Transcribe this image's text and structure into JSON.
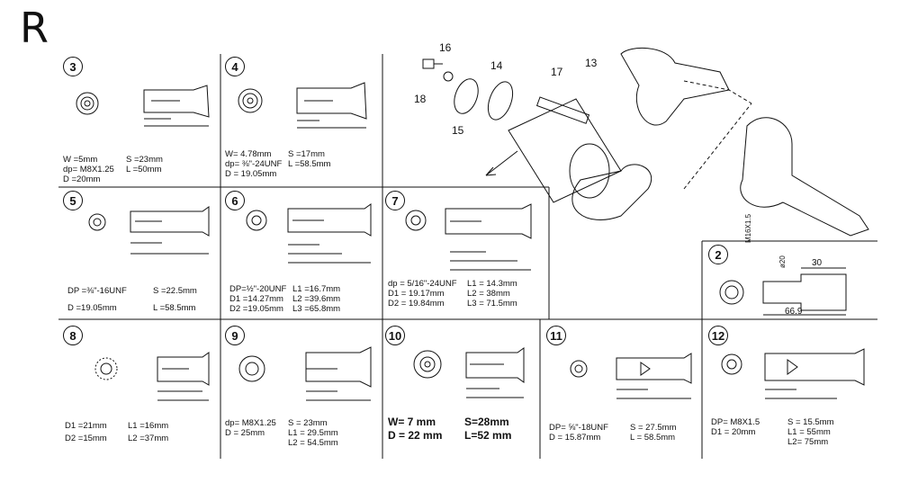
{
  "page_letter": "R",
  "parts": [
    {
      "id": "p13",
      "label": "13"
    },
    {
      "id": "p14",
      "label": "14"
    },
    {
      "id": "p15",
      "label": "15"
    },
    {
      "id": "p16",
      "label": "16"
    },
    {
      "id": "p17",
      "label": "17"
    },
    {
      "id": "p18",
      "label": "18"
    }
  ],
  "panels": {
    "p3": {
      "number": "3",
      "specs": [
        [
          "W =5mm",
          "S =23mm"
        ],
        [
          "dp= M8X1.25",
          "L =50mm"
        ],
        [
          "D =20mm",
          ""
        ]
      ]
    },
    "p4": {
      "number": "4",
      "specs": [
        [
          "W= 4.78mm",
          "S =17mm"
        ],
        [
          "dp= ⅜\"-24UNF",
          "L =58.5mm"
        ],
        [
          "D = 19.05mm",
          ""
        ]
      ]
    },
    "p5": {
      "number": "5",
      "specs": [
        [
          "DP =⅜\"-16UNF",
          "S =22.5mm"
        ],
        [
          "D =19.05mm",
          "L =58.5mm"
        ]
      ]
    },
    "p6": {
      "number": "6",
      "specs": [
        [
          "DP=½\"-20UNF",
          "L1 =16.7mm"
        ],
        [
          "D1 =14.27mm",
          "L2 =39.6mm"
        ],
        [
          "D2 =19.05mm",
          "L3 =65.8mm"
        ]
      ]
    },
    "p7": {
      "number": "7",
      "specs": [
        [
          "dp = 5/16\"-24UNF",
          "L1 = 14.3mm"
        ],
        [
          "D1 = 19.17mm",
          "L2 = 38mm"
        ],
        [
          "D2 = 19.84mm",
          "L3 = 71.5mm"
        ]
      ]
    },
    "p2": {
      "number": "2",
      "dims": {
        "thread": "M16X1.5",
        "dia": "ø20",
        "len1": "30",
        "len2": "66.9"
      }
    },
    "p8": {
      "number": "8",
      "specs": [
        [
          "D1 =21mm",
          "L1 =16mm"
        ],
        [
          "D2 =15mm",
          "L2 =37mm"
        ]
      ]
    },
    "p9": {
      "number": "9",
      "specs": [
        [
          "dp= M8X1.25",
          "S = 23mm"
        ],
        [
          "D = 25mm",
          "L1 = 29.5mm"
        ],
        [
          "",
          "L2 = 54.5mm"
        ]
      ]
    },
    "p10": {
      "number": "10",
      "specs": [
        [
          "W= 7 mm",
          "S=28mm"
        ],
        [
          "D = 22 mm",
          "L=52 mm"
        ]
      ]
    },
    "p11": {
      "number": "11",
      "specs": [
        [
          "DP= ⅝\"-18UNF",
          "S = 27.5mm"
        ],
        [
          "D = 15.87mm",
          "L = 58.5mm"
        ]
      ]
    },
    "p12": {
      "number": "12",
      "specs": [
        [
          "DP= M8X1.5",
          "S = 15.5mm"
        ],
        [
          "D1 = 20mm",
          "L1 = 55mm"
        ],
        [
          "",
          "L2= 75mm"
        ]
      ]
    }
  }
}
